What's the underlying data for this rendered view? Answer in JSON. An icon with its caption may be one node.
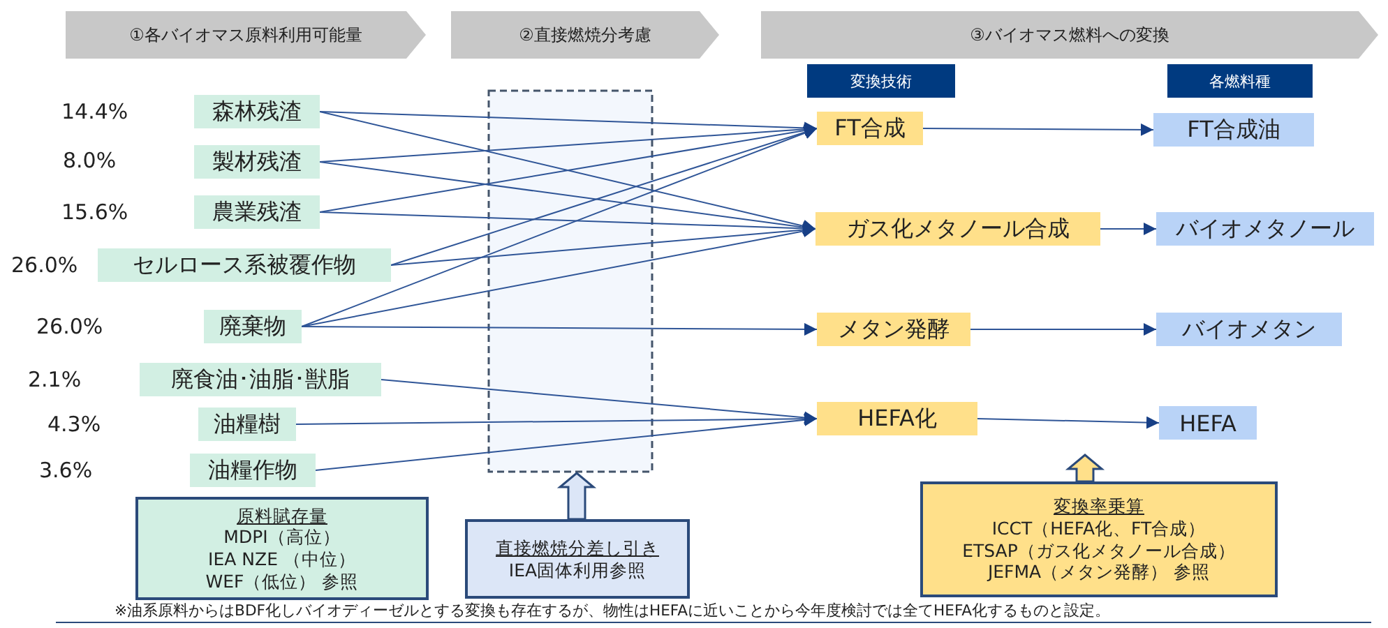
{
  "diagram": {
    "nodes": [
      {
        "text": [
          "①各バイオマス原料利用可能量"
        ]
      },
      {
        "text": [
          "②直接燃焼分考慮"
        ]
      },
      {
        "text": [
          "③バイオマス燃料への変換"
        ]
      },
      {
        "text": [
          "変換技術"
        ]
      },
      {
        "text": [
          "各燃料種"
        ]
      },
      {
        "text": [
          "森林残渣"
        ]
      },
      {
        "text": [
          "製材残渣"
        ]
      },
      {
        "text": [
          "農業残渣"
        ]
      },
      {
        "text": [
          "セルロース系被覆作物"
        ]
      },
      {
        "text": [
          "廃棄物"
        ]
      },
      {
        "text": [
          "廃食油･油脂･獣脂"
        ]
      },
      {
        "text": [
          "油糧樹"
        ]
      },
      {
        "text": [
          "油糧作物"
        ]
      },
      {
        "text": [
          "FT合成"
        ]
      },
      {
        "text": [
          "ガス化メタノール合成"
        ]
      },
      {
        "text": [
          "メタン発酵"
        ]
      },
      {
        "text": [
          "HEFA化"
        ]
      },
      {
        "text": [
          "FT合成油"
        ]
      },
      {
        "text": [
          "バイオメタノール"
        ]
      },
      {
        "text": [
          "バイオメタン"
        ]
      },
      {
        "text": [
          "HEFA"
        ]
      },
      {
        "text": [
          "原料賦存量",
          "MDPI（高位）",
          "IEA NZE （中位）",
          "WEF（低位） 参照"
        ]
      },
      {
        "text": [
          "直接燃焼分差し引き",
          "IEA固体利用参照"
        ]
      },
      {
        "text": [
          "変換率乗算",
          "ICCT（HEFA化、FT合成）",
          "ETSAP（ガス化メタノール合成）",
          "JEFMA（メタン発酵） 参照"
        ]
      }
    ],
    "edges": [
      {
        "from": 5,
        "to": 13,
        "arrow": "to"
      },
      {
        "from": 5,
        "to": 14,
        "arrow": "to"
      },
      {
        "from": 6,
        "to": 13,
        "arrow": "to"
      },
      {
        "from": 6,
        "to": 14,
        "arrow": "to"
      },
      {
        "from": 7,
        "to": 13,
        "arrow": "to"
      },
      {
        "from": 7,
        "to": 14,
        "arrow": "to"
      },
      {
        "from": 8,
        "to": 13,
        "arrow": "to"
      },
      {
        "from": 8,
        "to": 14,
        "arrow": "to"
      },
      {
        "from": 9,
        "to": 13,
        "arrow": "to"
      },
      {
        "from": 9,
        "to": 14,
        "arrow": "to"
      },
      {
        "from": 9,
        "to": 15,
        "arrow": "to"
      },
      {
        "from": 10,
        "to": 16,
        "arrow": "to"
      },
      {
        "from": 11,
        "to": 16,
        "arrow": "to"
      },
      {
        "from": 12,
        "to": 16,
        "arrow": "to"
      },
      {
        "from": 13,
        "to": 17,
        "arrow": "to"
      },
      {
        "from": 14,
        "to": 18,
        "arrow": "to"
      },
      {
        "from": 15,
        "to": 19,
        "arrow": "to"
      },
      {
        "from": 16,
        "to": 20,
        "arrow": "to"
      },
      {
        "from": 22,
        "to": null,
        "arrow": "to",
        "style": "thick",
        "color": "#dce6f7"
      },
      {
        "from": 23,
        "to": null,
        "arrow": "to",
        "style": "thick",
        "color": "#ffe08a"
      }
    ],
    "labels": [
      "14.4%",
      "8.0%",
      "15.6%",
      "26.0%",
      "26.0%",
      "2.1%",
      "4.3%",
      "3.6%",
      "※油系原料からはBDF化しバイオディーゼルとする変換も存在するが、物性はHEFAに近いことから今年度検討では全てHEFA化するものと設定。"
    ]
  }
}
